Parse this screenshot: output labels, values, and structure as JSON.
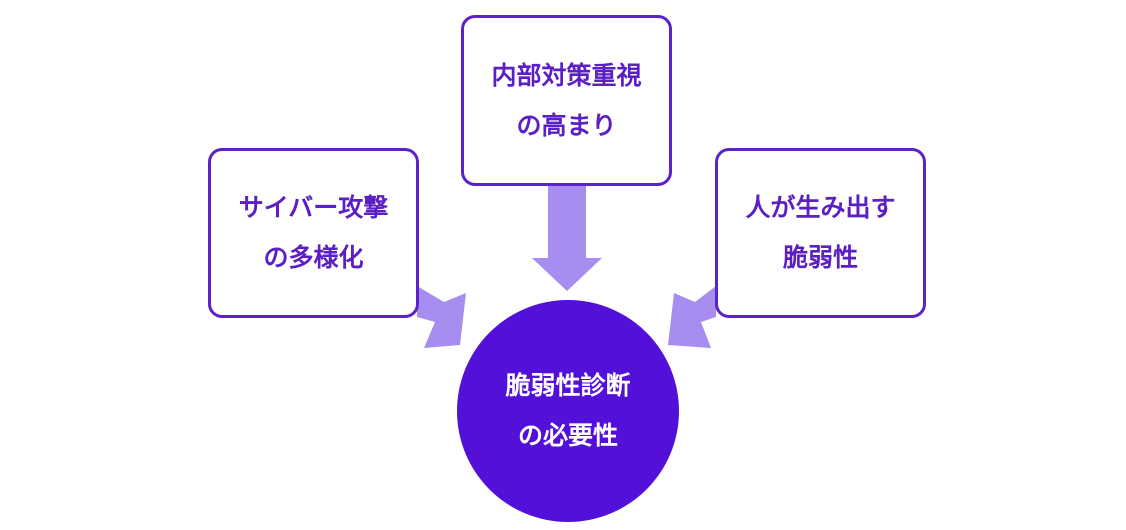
{
  "diagram": {
    "center": {
      "label": "脆弱性診断\nの必要性"
    },
    "factors": [
      {
        "id": "top",
        "label": "内部対策重視\nの高まり"
      },
      {
        "id": "left",
        "label": "サイバー攻撃\nの多様化"
      },
      {
        "id": "right",
        "label": "人が生み出す\n脆弱性"
      }
    ],
    "colors": {
      "center_fill": "#5210d8",
      "box_border": "#5b22c9",
      "box_text": "#5b1fc4",
      "arrow": "#a88df0"
    }
  }
}
